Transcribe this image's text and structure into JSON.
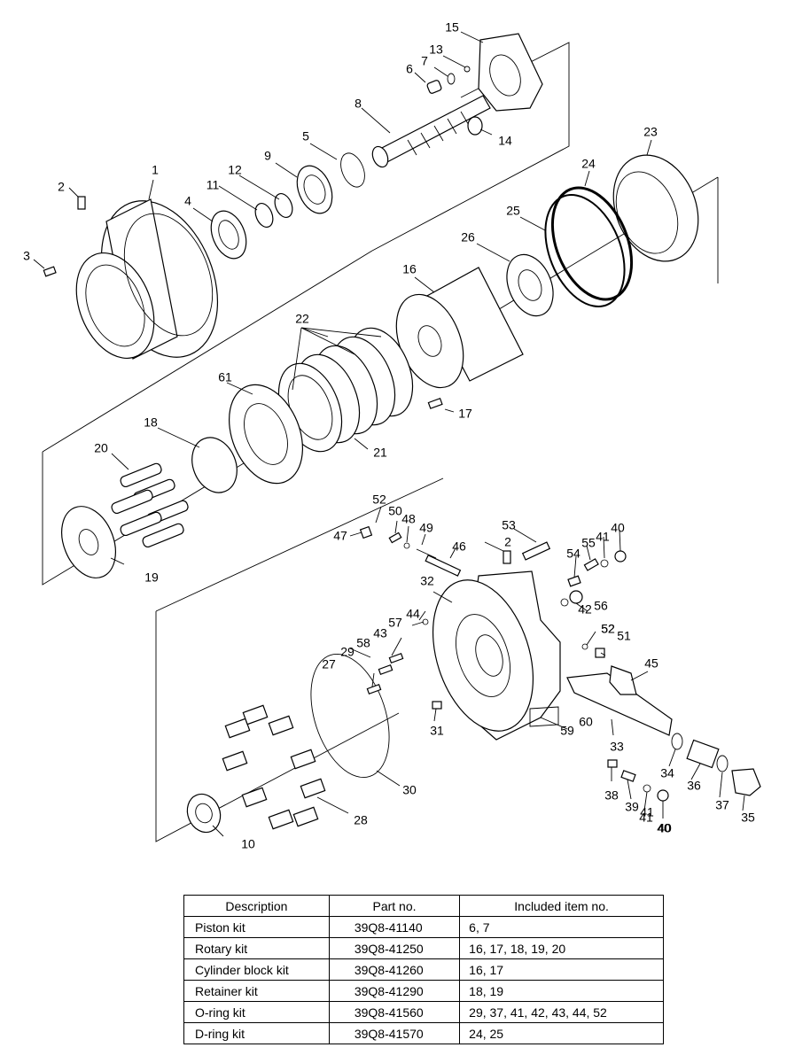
{
  "callouts": [
    "1",
    "2",
    "3",
    "4",
    "5",
    "6",
    "7",
    "8",
    "9",
    "10",
    "11",
    "12",
    "13",
    "14",
    "15",
    "16",
    "17",
    "18",
    "19",
    "20",
    "21",
    "22",
    "23",
    "24",
    "25",
    "26",
    "27",
    "28",
    "29",
    "30",
    "31",
    "32",
    "33",
    "34",
    "35",
    "36",
    "37",
    "38",
    "39",
    "40",
    "41",
    "42",
    "43",
    "44",
    "45",
    "46",
    "47",
    "48",
    "49",
    "50",
    "51",
    "52",
    "53",
    "54",
    "55",
    "56",
    "57",
    "58",
    "59",
    "60",
    "61"
  ],
  "table": {
    "headers": [
      "Description",
      "Part no.",
      "Included item no."
    ],
    "rows": [
      [
        "Piston kit",
        "39Q8-41140",
        "6, 7"
      ],
      [
        "Rotary kit",
        "39Q8-41250",
        "16, 17, 18, 19, 20"
      ],
      [
        "Cylinder block kit",
        "39Q8-41260",
        "16, 17"
      ],
      [
        "Retainer kit",
        "39Q8-41290",
        "18, 19"
      ],
      [
        "O-ring kit",
        "39Q8-41560",
        "29, 37, 41, 42, 43, 44, 52"
      ],
      [
        "D-ring kit",
        "39Q8-41570",
        "24, 25"
      ]
    ]
  }
}
